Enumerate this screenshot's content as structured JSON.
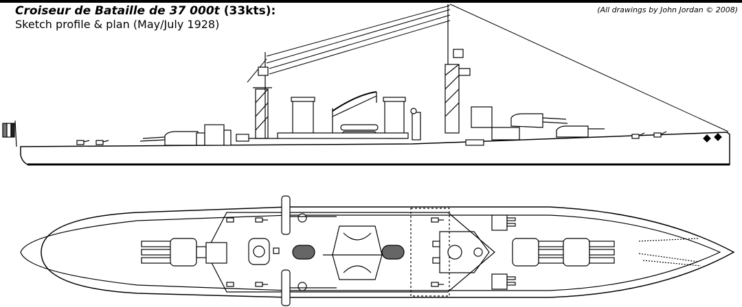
{
  "header": {
    "title_main": "Croiseur de Bataille de 37 000t",
    "title_speed": "(33kts):",
    "subtitle": "Sketch profile & plan (May/July 1928)",
    "credit": "(All drawings by John Jordan © 2008)"
  }
}
